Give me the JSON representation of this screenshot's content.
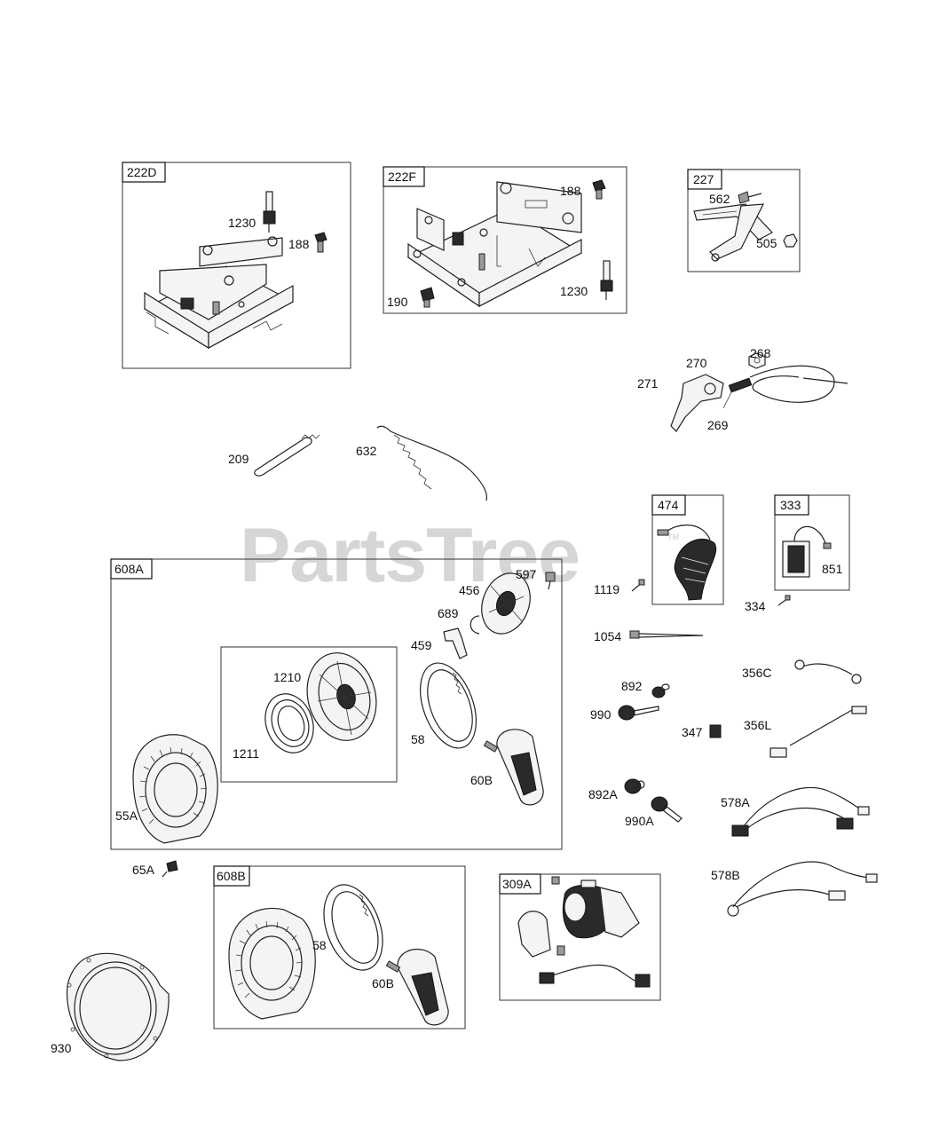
{
  "watermark": {
    "text": "PartsTree",
    "trademark": "TM"
  },
  "groups": {
    "g222D": "222D",
    "g222F": "222F",
    "g227": "227",
    "g474": "474",
    "g333": "333",
    "g608A": "608A",
    "g608B": "608B",
    "g309A": "309A"
  },
  "parts": {
    "p1230a": "1230",
    "p188a": "188",
    "p188b": "188",
    "p190": "190",
    "p1230b": "1230",
    "p562": "562",
    "p505": "505",
    "p270": "270",
    "p268": "268",
    "p271": "271",
    "p269": "269",
    "p209": "209",
    "p632": "632",
    "p597": "597",
    "p456": "456",
    "p689": "689",
    "p459": "459",
    "p1210": "1210",
    "p1211": "1211",
    "p58a": "58",
    "p60Ba": "60B",
    "p55A": "55A",
    "p1119": "1119",
    "p851": "851",
    "p334": "334",
    "p1054": "1054",
    "p356C": "356C",
    "p892": "892",
    "p990": "990",
    "p347": "347",
    "p356L": "356L",
    "p892A": "892A",
    "p990A": "990A",
    "p578A": "578A",
    "p578B": "578B",
    "p65A": "65A",
    "p58b": "58",
    "p60Bb": "60B",
    "p930": "930"
  }
}
